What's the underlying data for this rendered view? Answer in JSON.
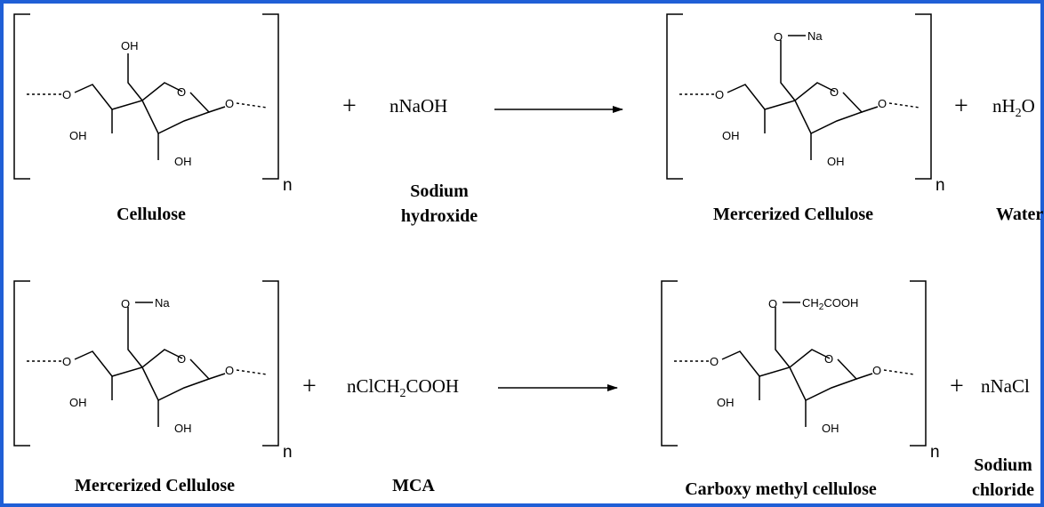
{
  "atoms": {
    "oh": "OH",
    "o": "O",
    "na": "Na",
    "ch2": "CH",
    "ch2_sub": "2",
    "cooh": "COOH",
    "repeat_index": "n"
  },
  "row1": {
    "plus": "+",
    "reagent": "nNaOH",
    "byproduct_prefix": "nH",
    "byproduct_sub": "2",
    "byproduct_suffix": "O",
    "labels": {
      "reactant": "Cellulose",
      "reagent_line1": "Sodium",
      "reagent_line2": "hydroxide",
      "product": "Mercerized Cellulose",
      "byproduct": "Water"
    }
  },
  "row2": {
    "plus": "+",
    "reagent_prefix": "nClCH",
    "reagent_sub": "2",
    "reagent_suffix": "COOH",
    "byproduct": "nNaCl",
    "labels": {
      "reactant": "Mercerized Cellulose",
      "reagent": "MCA",
      "product": "Carboxy methyl cellulose",
      "byproduct_line1": "Sodium",
      "byproduct_line2": "chloride"
    }
  },
  "colors": {
    "frame": "#1f5fd6",
    "ink": "#000000",
    "background": "#ffffff"
  }
}
